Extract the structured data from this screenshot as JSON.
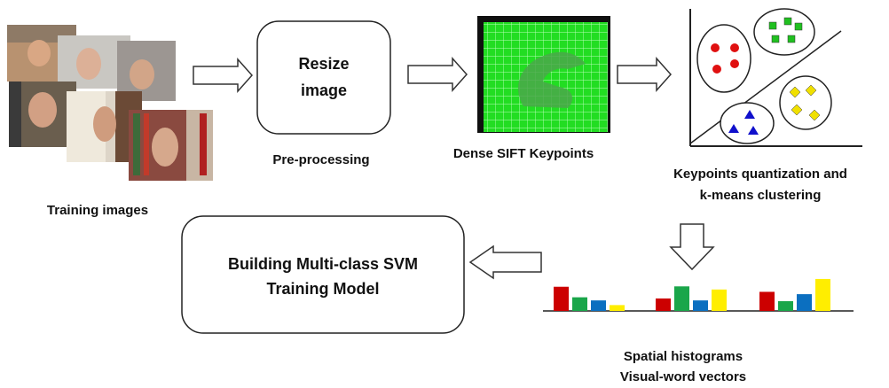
{
  "steps": {
    "training_images": "Training images",
    "resize_box_line1": "Resize",
    "resize_box_line2": "image",
    "preprocessing": "Pre-processing",
    "dense_sift": "Dense SIFT Keypoints",
    "quantization_line1": "Keypoints quantization  and",
    "quantization_line2": "k-means clustering",
    "histograms_line1": "Spatial histograms",
    "histograms_line2": "Visual-word  vectors",
    "svm_line1": "Building Multi-class SVM",
    "svm_line2": "Training Model"
  },
  "colors": {
    "red": "#cc0000",
    "green": "#1aa64a",
    "blue": "#0b6fc0",
    "yellow": "#ffee00",
    "sift_green": "#22dd22",
    "cluster_red": "#e01010",
    "cluster_green": "#20c020",
    "cluster_blue": "#1010cc",
    "cluster_yellow": "#f0e000"
  },
  "histogram_groups": [
    [
      0.62,
      0.35,
      0.27,
      0.15
    ],
    [
      0.32,
      0.63,
      0.27,
      0.55
    ],
    [
      0.49,
      0.25,
      0.43,
      0.82
    ]
  ]
}
